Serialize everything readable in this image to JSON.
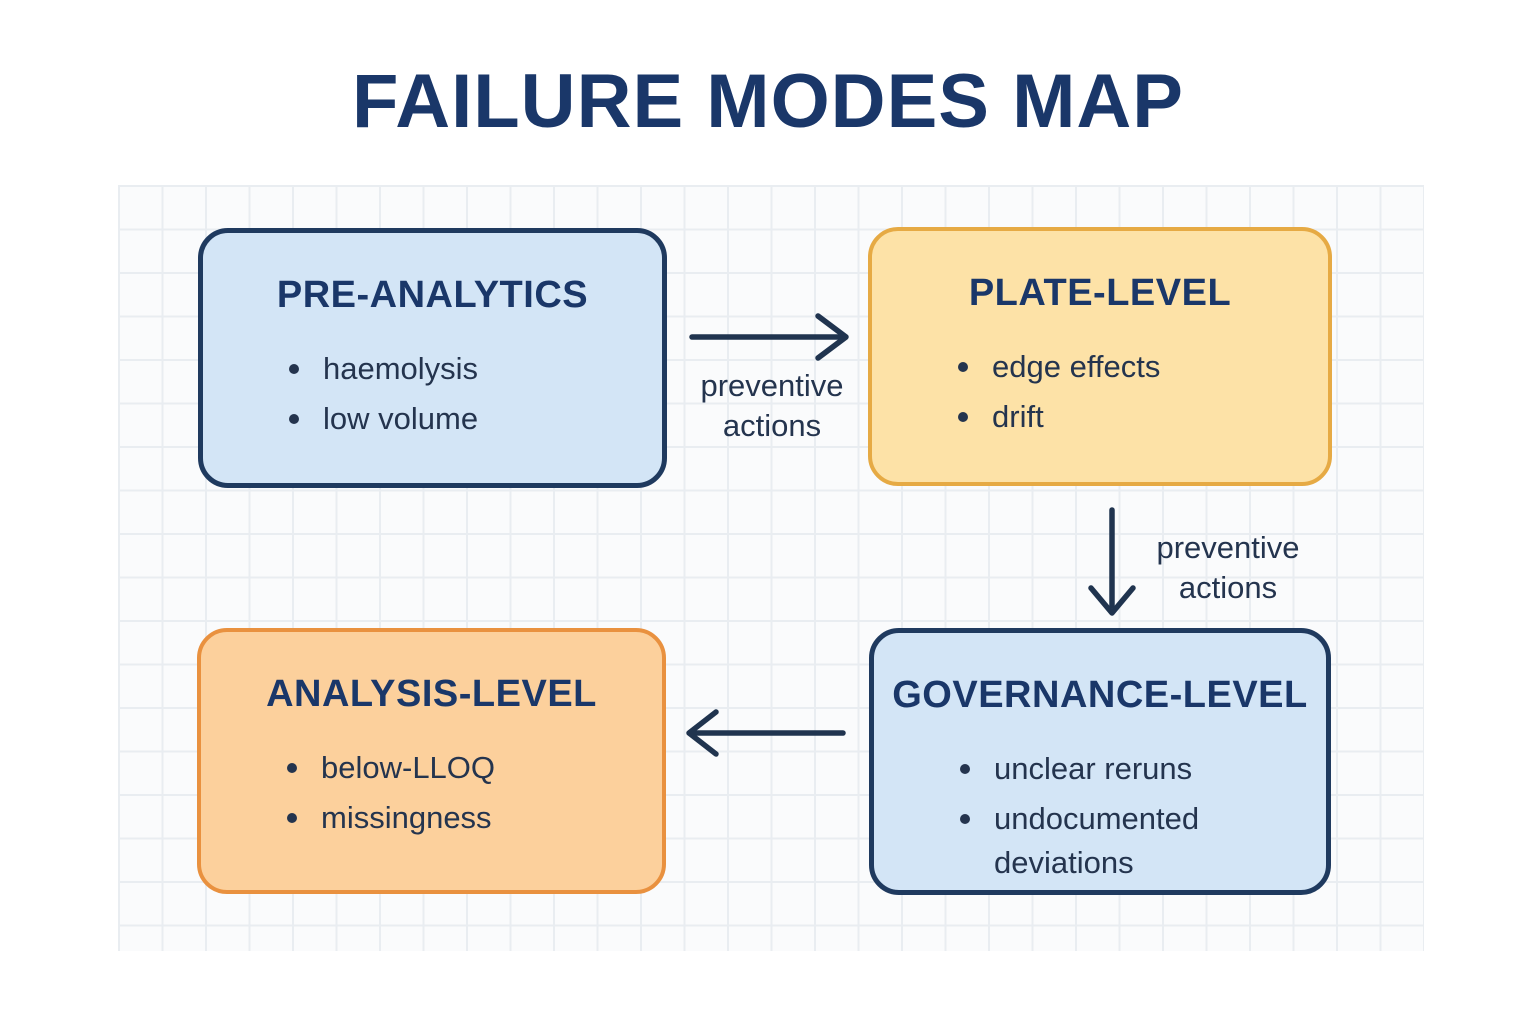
{
  "title": "FAILURE MODES MAP",
  "colors": {
    "title_navy": "#1a3769",
    "text_navy": "#24344e",
    "navy_border": "#1f3a5f",
    "arrow_navy": "#20344f",
    "blue_fill": "#d3e5f6",
    "yellow_fill": "#fde2a7",
    "yellow_border": "#e6aa44",
    "orange_fill": "#fcd09c",
    "orange_border": "#e9913f"
  },
  "diagram": {
    "nodes": [
      {
        "id": "pre-analytics",
        "title": "PRE-ANALYTICS",
        "style": "blue",
        "items": [
          "haemolysis",
          "low volume"
        ]
      },
      {
        "id": "plate-level",
        "title": "PLATE-LEVEL",
        "style": "yellow",
        "items": [
          "edge effects",
          "drift"
        ]
      },
      {
        "id": "analysis-level",
        "title": "ANALYSIS-LEVEL",
        "style": "orange",
        "items": [
          "below-LLOQ",
          "missingness"
        ]
      },
      {
        "id": "governance-level",
        "title": "GOVERNANCE-LEVEL",
        "style": "blue",
        "items": [
          "unclear reruns",
          "undocumented deviations"
        ]
      }
    ],
    "edges": [
      {
        "from": "pre-analytics",
        "to": "plate-level",
        "direction": "right",
        "label": "preventive actions"
      },
      {
        "from": "plate-level",
        "to": "governance-level",
        "direction": "down",
        "label": "preventive actions"
      },
      {
        "from": "governance-level",
        "to": "analysis-level",
        "direction": "left",
        "label": ""
      }
    ]
  }
}
